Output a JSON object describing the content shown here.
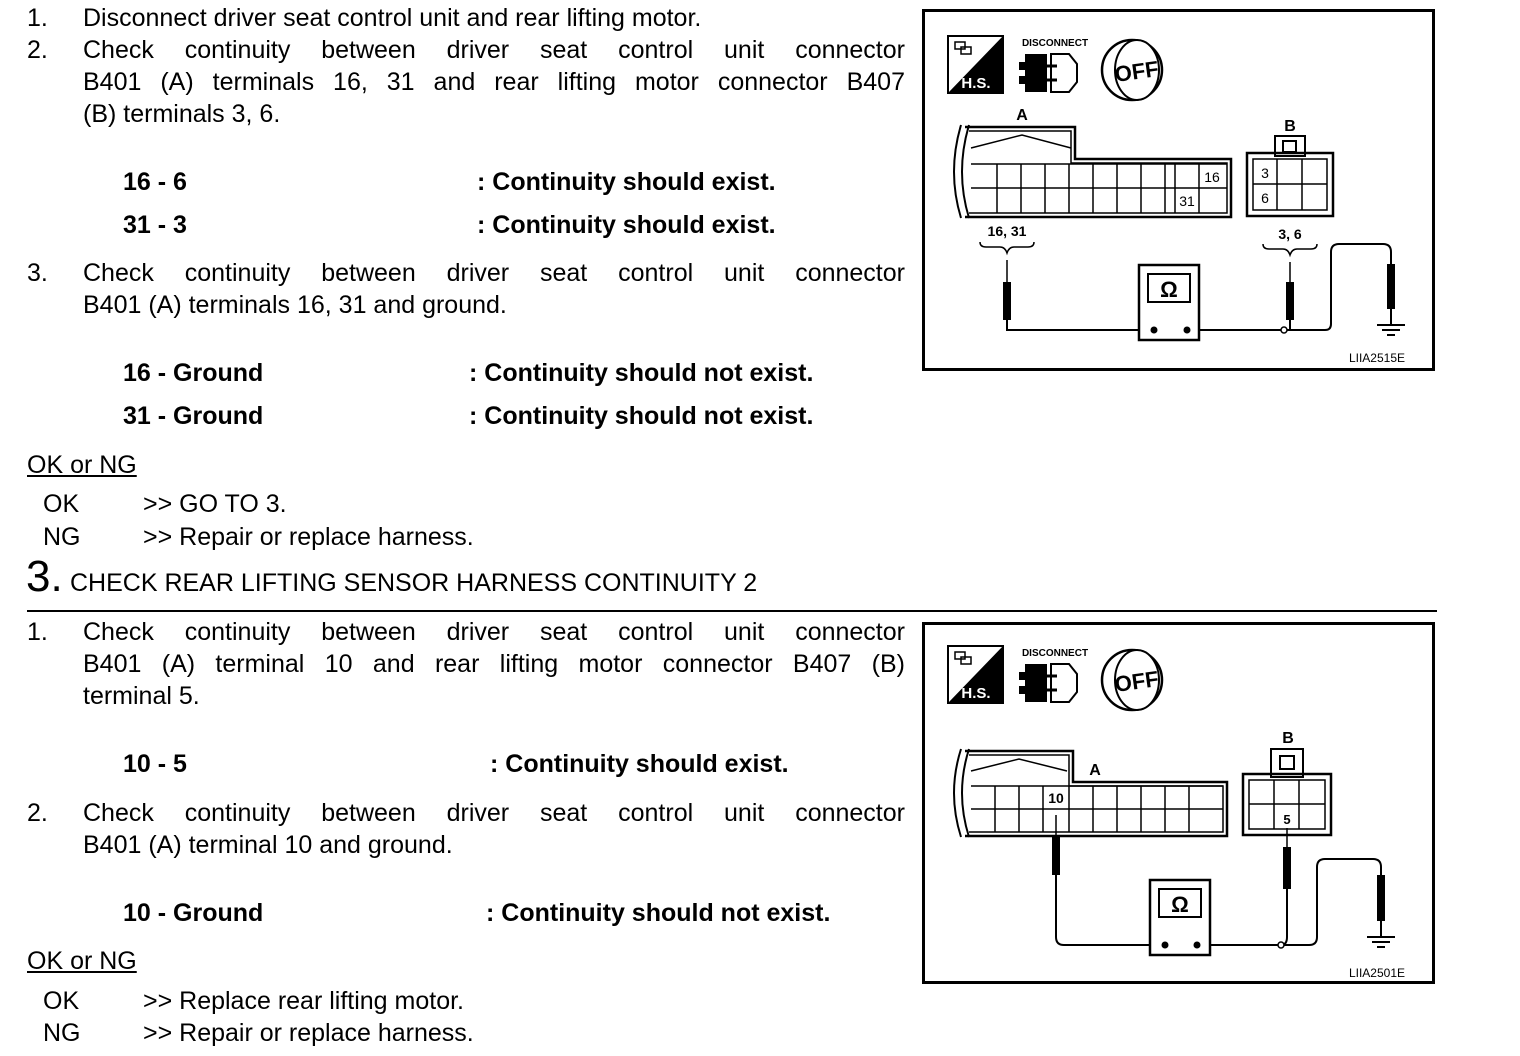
{
  "section1": {
    "items": [
      {
        "num": "1.",
        "text": "Disconnect driver seat control unit and rear lifting motor."
      },
      {
        "num": "2.",
        "text_lines": [
          "Check continuity between driver seat control unit connector",
          "B401 (A) terminals 16, 31 and rear lifting motor connector B407",
          "(B) terminals 3, 6."
        ]
      },
      {
        "num": "3.",
        "text_lines": [
          "Check continuity between driver seat control unit connector",
          "B401 (A) terminals 16, 31 and ground."
        ]
      }
    ],
    "specs_a": [
      {
        "pair": "16 - 6",
        "result": ": Continuity should exist."
      },
      {
        "pair": "31 - 3",
        "result": ": Continuity should exist."
      }
    ],
    "specs_b": [
      {
        "pair": "16 - Ground",
        "result": ": Continuity should not exist."
      },
      {
        "pair": "31 - Ground",
        "result": ": Continuity should not exist."
      }
    ],
    "ok_ng_label": "OK or NG",
    "results": [
      {
        "key": "OK",
        "value": ">> GO TO 3."
      },
      {
        "key": "NG",
        "value": ">> Repair or replace harness."
      }
    ]
  },
  "step3": {
    "number": "3.",
    "title": "CHECK REAR LIFTING SENSOR HARNESS CONTINUITY 2",
    "items": [
      {
        "num": "1.",
        "text_lines": [
          "Check continuity between driver seat control unit connector",
          "B401 (A) terminal 10 and rear lifting motor connector B407 (B)",
          "terminal 5."
        ]
      },
      {
        "num": "2.",
        "text_lines": [
          "Check continuity between driver seat control unit connector",
          "B401 (A) terminal 10 and ground."
        ]
      }
    ],
    "specs_a": [
      {
        "pair": "10 - 5",
        "result": ": Continuity should exist."
      }
    ],
    "specs_b": [
      {
        "pair": "10 - Ground",
        "result": ": Continuity should not exist."
      }
    ],
    "ok_ng_label": "OK or NG",
    "results": [
      {
        "key": "OK",
        "value": ">> Replace rear lifting motor."
      },
      {
        "key": "NG",
        "value": ">> Repair or replace harness."
      }
    ]
  },
  "figure1": {
    "hs_label": "H.S.",
    "disconnect_label": "DISCONNECT",
    "off_label": "OFF",
    "conn_a_label": "A",
    "conn_b_label": "B",
    "term_a_hi": "16",
    "term_a_lo": "31",
    "term_b_hi": "3",
    "term_b_lo": "6",
    "probe_a_label": "16, 31",
    "probe_b_label": "3, 6",
    "ohm_symbol": "Ω",
    "code": "LIIA2515E"
  },
  "figure2": {
    "hs_label": "H.S.",
    "disconnect_label": "DISCONNECT",
    "off_label": "OFF",
    "conn_a_label": "A",
    "conn_b_label": "B",
    "term_a": "10",
    "term_b": "5",
    "ohm_symbol": "Ω",
    "code": "LIIA2501E"
  }
}
